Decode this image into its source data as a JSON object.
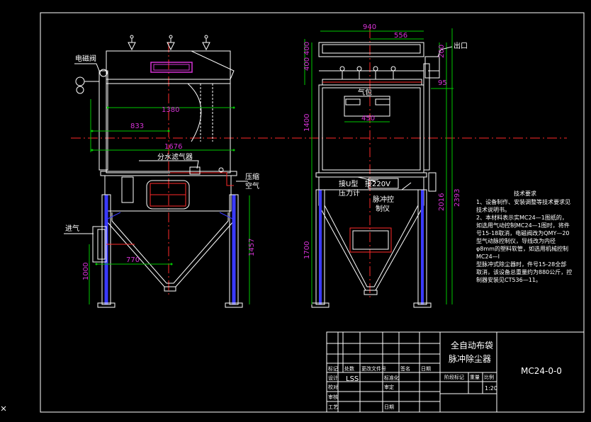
{
  "drawing": {
    "title_line1": "全自动布袋",
    "title_line2": "脉冲除尘器",
    "drawing_no": "MC24-0-0",
    "scale": "1:20",
    "designer": "LSS"
  },
  "labels": {
    "solenoid_valve": "电磁阀",
    "filter_separator": "分水滤气器",
    "compressed_air_1": "压缩",
    "compressed_air_2": "空气",
    "inlet": "进气",
    "outlet": "出口",
    "air_bag": "气包",
    "u_gauge_1": "接U型",
    "u_gauge_2": "压力计",
    "power": "接220V",
    "pulse_ctrl_1": "脉冲控",
    "pulse_ctrl_2": "制仪"
  },
  "dimensions": {
    "front_1380": "1380",
    "front_833": "833",
    "front_1676": "1676",
    "front_770": "770",
    "front_1457": "1457",
    "front_1000": "1000",
    "side_940": "940",
    "side_556": "556",
    "side_400a": "400",
    "side_400b": "400",
    "side_200": "200",
    "side_95": "95",
    "side_450": "450",
    "side_1400": "1400",
    "side_1700": "1700",
    "side_2016": "2016",
    "side_2393": "2393"
  },
  "notes": {
    "heading": "技术要求",
    "l1": "1、设备制作、安装调整等技术要求见",
    "l2": "技术说明书。",
    "l3": "2、本材料表示实MC24—1图纸的，",
    "l4": "如选用气动控制MC24—1图时，将件",
    "l5": "号15-18取消，电磁阀改为QMY—20",
    "l6": "型气动脉控制仪，导线改为内径",
    "l7": "φ8mm的塑料软管，如选用机械控制",
    "l8": "MC24—I",
    "l9": "型脉冲式除尘器时，件号15-28全部",
    "l10": "取消，该设备总重量约为880公斤，控",
    "l11": "制器安装见CT536—11。"
  },
  "title_block": {
    "mark": "标记",
    "count": "处数",
    "change_doc": "更改文件号",
    "signature": "签名",
    "date": "日期",
    "design": "设计",
    "standard": "标准化",
    "proofread": "校对",
    "review": "审定",
    "audit": "审核",
    "craft": "工艺",
    "date2": "日期",
    "stage_mark": "阶段标记",
    "weight": "重量",
    "ratio": "比例"
  },
  "colors": {
    "background": "#000000",
    "outline": "#ffffff",
    "dimension": "#d633d6",
    "centerline": "#ff2a2a",
    "structure": "#3a3aff",
    "leader": "#00c800",
    "yellow": "#ffff00"
  }
}
